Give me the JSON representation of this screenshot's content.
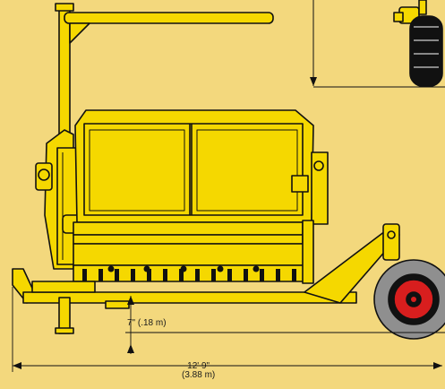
{
  "colors": {
    "background": "#f3d87d",
    "machine_yellow": "#f5d800",
    "outline": "#111111",
    "hub_red": "#d81e1e",
    "tire_gray": "#8f8f8f"
  },
  "dimensions": {
    "ground_clearance": "7\" (.18 m)",
    "overall_length_imperial": "12' 9\"",
    "overall_length_metric": "(3.88 m)"
  }
}
